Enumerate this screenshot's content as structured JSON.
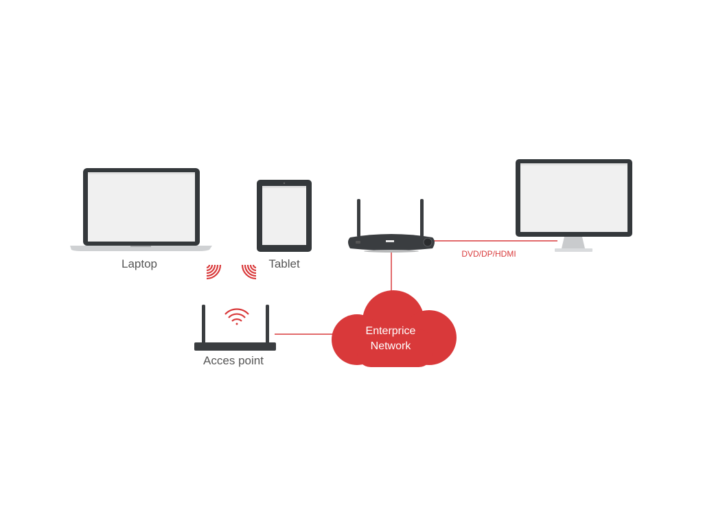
{
  "colors": {
    "accent": "#d9393a",
    "device": "#3a3d40",
    "screen": "#f0f0f0",
    "label": "#555555"
  },
  "labels": {
    "laptop": "Laptop",
    "tablet": "Tablet",
    "receiver_link": "DVD/DP/HDMI",
    "cloud_line1": "Enterprice",
    "cloud_line2": "Network",
    "access_point": "Acces point"
  }
}
